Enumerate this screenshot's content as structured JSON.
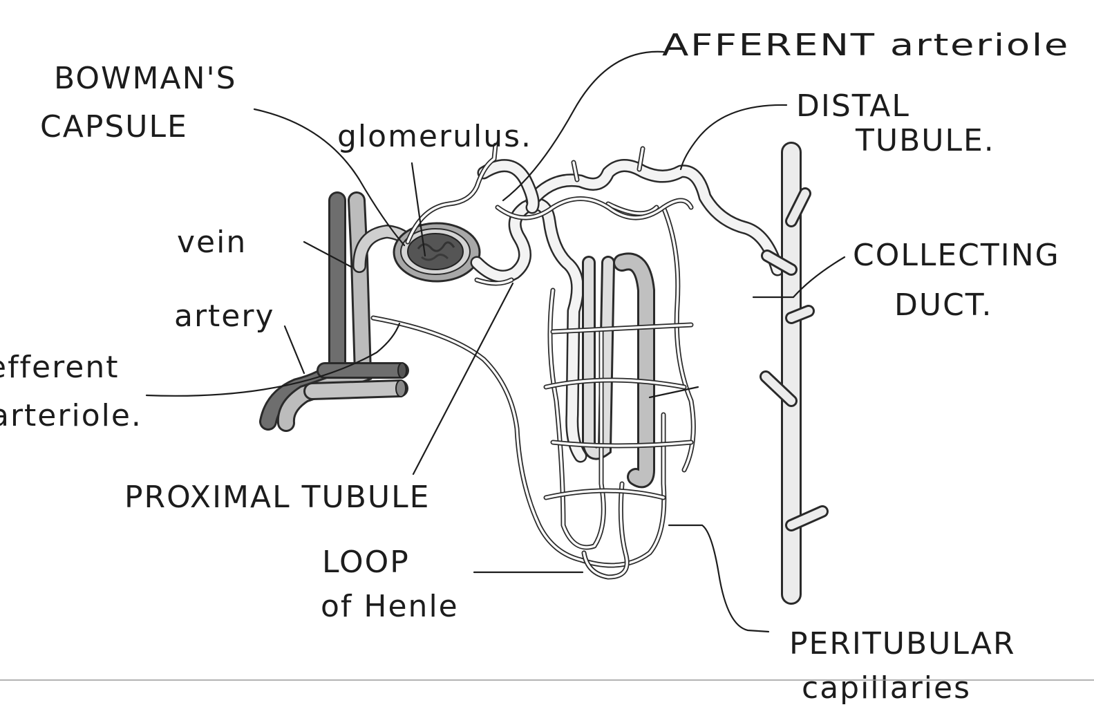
{
  "labels": {
    "bowmans_capsule_line1": "BOWMAN'S",
    "bowmans_capsule_line2": "CAPSULE",
    "glomerulus": "glomerulus.",
    "afferent_arteriole": "AFFERENT arteriole",
    "distal_tubule_line1": "DISTAL",
    "distal_tubule_line2": "TUBULE.",
    "vein": "vein",
    "artery": "artery",
    "efferent_arteriole_line1": "efferent",
    "efferent_arteriole_line2": "arteriole.",
    "collecting_duct_line1": "COLLECTING",
    "collecting_duct_line2": "DUCT.",
    "proximal_tubule": "PROXIMAL TUBULE",
    "loop_of_henle_line1": "LOOP",
    "loop_of_henle_line2": "of Henle",
    "peritubular_capillaries_line1": "PERITUBULAR",
    "peritubular_capillaries_line2": "capillaries"
  },
  "colors": {
    "ink": "#1c1c1c",
    "vein": "#6e6e6e",
    "artery": "#b8b8b8",
    "glomerulus": "#555555",
    "tubule_shade": "#bdbdbd"
  }
}
